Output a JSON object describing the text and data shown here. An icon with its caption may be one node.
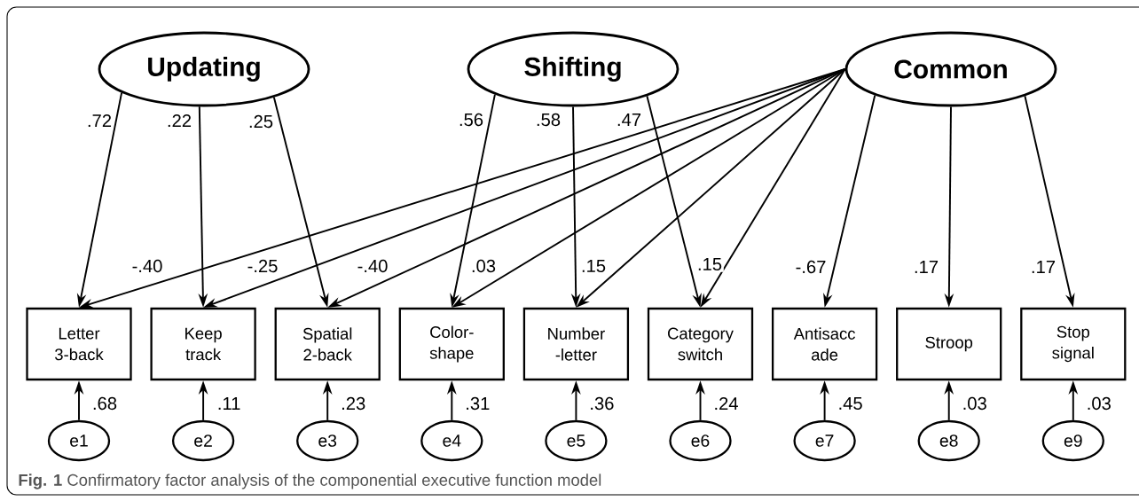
{
  "diagram": {
    "caption": "**Fig. 1** Confirmatory factor analysis of the componential executive function model",
    "nodes": [
      {
        "text": [
          "Updating"
        ]
      },
      {
        "text": [
          "Shifting"
        ]
      },
      {
        "text": [
          "Common"
        ]
      },
      {
        "text": [
          "Letter 3-back"
        ]
      },
      {
        "text": [
          "Keep track"
        ]
      },
      {
        "text": [
          "Spatial 2-back"
        ]
      },
      {
        "text": [
          "Color- shape"
        ]
      },
      {
        "text": [
          "Number -letter"
        ]
      },
      {
        "text": [
          "Category switch"
        ]
      },
      {
        "text": [
          "Antisacc ade"
        ]
      },
      {
        "text": [
          "Stroop"
        ]
      },
      {
        "text": [
          "Stop signal"
        ]
      },
      {
        "text": [
          "e1"
        ]
      },
      {
        "text": [
          "e2"
        ]
      },
      {
        "text": [
          "e3"
        ]
      },
      {
        "text": [
          "e4"
        ]
      },
      {
        "text": [
          "e5"
        ]
      },
      {
        "text": [
          "e6"
        ]
      },
      {
        "text": [
          "e7"
        ]
      },
      {
        "text": [
          "e8"
        ]
      },
      {
        "text": [
          "e9"
        ]
      }
    ],
    "edges": [
      {
        "from": 0,
        "to": 3,
        "arrow": "to",
        "label": ".72"
      },
      {
        "from": 0,
        "to": 4,
        "arrow": "to",
        "label": ".22"
      },
      {
        "from": 0,
        "to": 5,
        "arrow": "to",
        "label": ".25"
      },
      {
        "from": 1,
        "to": 6,
        "arrow": "to",
        "label": ".56"
      },
      {
        "from": 1,
        "to": 7,
        "arrow": "to",
        "label": ".58"
      },
      {
        "from": 1,
        "to": 8,
        "arrow": "to",
        "label": ".47"
      },
      {
        "from": 2,
        "to": 3,
        "arrow": "to",
        "label": "-.40"
      },
      {
        "from": 2,
        "to": 4,
        "arrow": "to",
        "label": "-.25"
      },
      {
        "from": 2,
        "to": 5,
        "arrow": "to",
        "label": "-.40"
      },
      {
        "from": 2,
        "to": 6,
        "arrow": "to",
        "label": ".03"
      },
      {
        "from": 2,
        "to": 7,
        "arrow": "to",
        "label": ".15"
      },
      {
        "from": 2,
        "to": 8,
        "arrow": "to",
        "label": ".15"
      },
      {
        "from": 2,
        "to": 9,
        "arrow": "to",
        "label": "-.67"
      },
      {
        "from": 2,
        "to": 10,
        "arrow": "to",
        "label": ".17"
      },
      {
        "from": 2,
        "to": 11,
        "arrow": "to",
        "label": ".17"
      },
      {
        "from": 12,
        "to": 3,
        "arrow": "to",
        "label": ".68"
      },
      {
        "from": 13,
        "to": 4,
        "arrow": "to",
        "label": ".11"
      },
      {
        "from": 14,
        "to": 5,
        "arrow": "to",
        "label": ".23"
      },
      {
        "from": 15,
        "to": 6,
        "arrow": "to",
        "label": ".31"
      },
      {
        "from": 16,
        "to": 7,
        "arrow": "to",
        "label": ".36"
      },
      {
        "from": 17,
        "to": 8,
        "arrow": "to",
        "label": ".24"
      },
      {
        "from": 18,
        "to": 9,
        "arrow": "to",
        "label": ".45"
      },
      {
        "from": 19,
        "to": 10,
        "arrow": "to",
        "label": ".03"
      },
      {
        "from": 20,
        "to": 11,
        "arrow": "to",
        "label": ".03"
      }
    ]
  }
}
